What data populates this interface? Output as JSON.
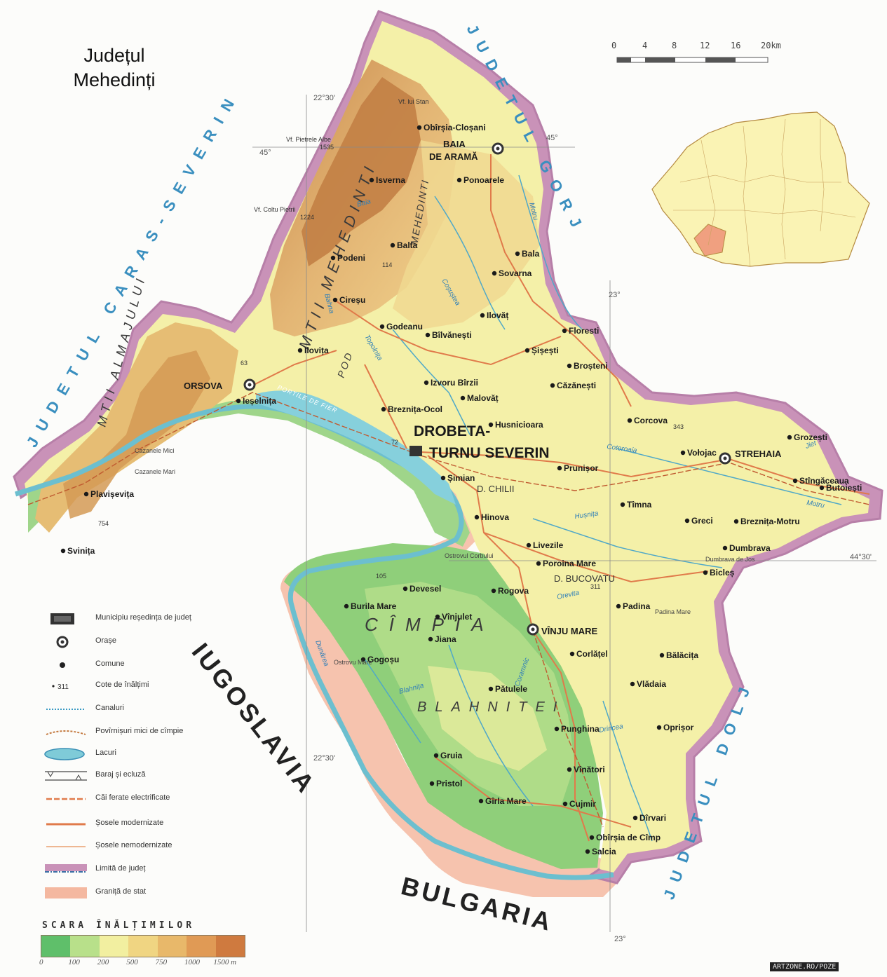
{
  "title": {
    "line1": "Județul",
    "line2": "Mehedinți"
  },
  "neighbors": {
    "caras": "JUDETUL CARAS-SEVERIN",
    "gorj": "JUDETUL GORJ",
    "dolj": "JUDETUL DOLJ",
    "yugoslavia": "IUGOSLAVIA",
    "bulgaria": "BULGARIA"
  },
  "relief": {
    "mehedinti_mtns": "MTII MEHEDINTI",
    "almajului": "MTII ALMAJULUI",
    "mehedinti_plateau": "MEHEDINTI",
    "pod": "POD",
    "campia": "CÎMPIA",
    "blahnitei": "BLAHNITEI",
    "portile": "PORTILE DE FIER",
    "d_chilii": "D. CHILII",
    "d_bucovatu": "D. BUCOVATU"
  },
  "coords": {
    "lon1": "22°30'",
    "lon2": "23°",
    "lat1": "45°",
    "lat2": "44°30'"
  },
  "peaks": {
    "stan": "Vf. lui Stan",
    "pietrele": "Vf. Pietrele Albe",
    "coltu": "Vf. Coltu Pietrii",
    "h1": "1535",
    "h2": "1224",
    "h3": "754",
    "h4": "311",
    "h5": "343",
    "h6": "114",
    "h7": "105",
    "h8": "63",
    "h9": "72"
  },
  "towns": {
    "drobeta": "DROBETA-",
    "turnu": "TURNU SEVERIN",
    "orsova": "ORSOVA",
    "baia": "BAIA",
    "dearama": "DE ARAMĂ",
    "strehaia": "STREHAIA",
    "vinju": "VÎNJU MARE"
  },
  "communes": [
    {
      "name": "Obîrșia-Cloșani"
    },
    {
      "name": "Isverna"
    },
    {
      "name": "Ponoarele"
    },
    {
      "name": "Balta"
    },
    {
      "name": "Podeni"
    },
    {
      "name": "Bala"
    },
    {
      "name": "Sovarna"
    },
    {
      "name": "Cireșu"
    },
    {
      "name": "Godeanu"
    },
    {
      "name": "Bîlvănești"
    },
    {
      "name": "Ilovăț"
    },
    {
      "name": "Ilovița"
    },
    {
      "name": "Ieșelnița"
    },
    {
      "name": "Floresti"
    },
    {
      "name": "Șișești"
    },
    {
      "name": "Broșteni"
    },
    {
      "name": "Izvoru Bîrzii"
    },
    {
      "name": "Malovăț"
    },
    {
      "name": "Breznița-Ocol"
    },
    {
      "name": "Căzănești"
    },
    {
      "name": "Husnicioara"
    },
    {
      "name": "Corcova"
    },
    {
      "name": "Grozești"
    },
    {
      "name": "Vołojac"
    },
    {
      "name": "Stîngăceaua"
    },
    {
      "name": "Butoiești"
    },
    {
      "name": "Prunișor"
    },
    {
      "name": "Șimian"
    },
    {
      "name": "Tîmna"
    },
    {
      "name": "Greci"
    },
    {
      "name": "Breznița-Motru"
    },
    {
      "name": "Plavișevița"
    },
    {
      "name": "Svinița"
    },
    {
      "name": "Hinova"
    },
    {
      "name": "Livezile"
    },
    {
      "name": "Dumbrava"
    },
    {
      "name": "Poroina Mare"
    },
    {
      "name": "Bicleș"
    },
    {
      "name": "Devesel"
    },
    {
      "name": "Rogova"
    },
    {
      "name": "Burila Mare"
    },
    {
      "name": "Vînjulet"
    },
    {
      "name": "Padina"
    },
    {
      "name": "Jiana"
    },
    {
      "name": "Gogoșu"
    },
    {
      "name": "Corlățel"
    },
    {
      "name": "Bălăcița"
    },
    {
      "name": "Vlădaia"
    },
    {
      "name": "Pătulele"
    },
    {
      "name": "Punghina"
    },
    {
      "name": "Oprișor"
    },
    {
      "name": "Gruia"
    },
    {
      "name": "Vînători"
    },
    {
      "name": "Pristol"
    },
    {
      "name": "Gîrla Mare"
    },
    {
      "name": "Cujmir"
    },
    {
      "name": "Dîrvari"
    },
    {
      "name": "Obîrșia de Cîmp"
    },
    {
      "name": "Salcia"
    },
    {
      "name": "Cazanele Mici"
    },
    {
      "name": "Cazanele Mari"
    },
    {
      "name": "Ostrovul Corbului"
    },
    {
      "name": "Ostrovu Mare"
    },
    {
      "name": "Dumbrava de Jos"
    },
    {
      "name": "Padina Mare"
    }
  ],
  "rivers": {
    "motru": "Motru",
    "cosustea": "Coșuștea",
    "topolnita": "Topolnița",
    "husnita": "Hușnița",
    "drincea": "Drincea",
    "blahnita": "Blahnița",
    "coramnic": "Coramnic",
    "baia": "Baia",
    "dunarea": "Dunărea",
    "orevita": "Orevita",
    "cotoroaia": "Cotoroaia",
    "bahna": "Bahna",
    "jiet": "Jiet"
  },
  "scale": {
    "ticks": [
      "0",
      "4",
      "8",
      "12",
      "16",
      "20km"
    ]
  },
  "legend": {
    "items": [
      {
        "label": "Municipiu reședința de județ"
      },
      {
        "label": "Orașe"
      },
      {
        "label": "Comune"
      },
      {
        "label": "Cote de înălțimi",
        "value": "311"
      },
      {
        "label": "Canaluri"
      },
      {
        "label": "Povîrnișuri mici de cîmpie"
      },
      {
        "label": "Lacuri"
      },
      {
        "label": "Baraj și ecluză"
      },
      {
        "label": "Căi ferate electrificate"
      },
      {
        "label": "Șosele modernizate"
      },
      {
        "label": "Șosele nemodernizate"
      },
      {
        "label": "Limită de județ"
      },
      {
        "label": "Graniță de stat"
      }
    ]
  },
  "scara": {
    "title": "SCARA ÎNĂLȚIMILOR",
    "ticks": [
      "0",
      "100",
      "200",
      "500",
      "750",
      "1000",
      "1500 m"
    ],
    "colors": [
      "#5fbf6a",
      "#b8e08a",
      "#f2efa0",
      "#f0d582",
      "#e8b86a",
      "#e09a55",
      "#cf7a3f"
    ]
  },
  "colors": {
    "lowland": "#9bd47f",
    "plain": "#f4f0a6",
    "hill": "#efd58a",
    "mountain": "#d8a464",
    "peak": "#c07a40",
    "border": "#c692b6",
    "state_border": "#f2b19a",
    "danube": "#7fcbd5",
    "road": "#e07a4a",
    "text": "#1a1a1a"
  },
  "credit": "ARTZONE.RO/POZE"
}
